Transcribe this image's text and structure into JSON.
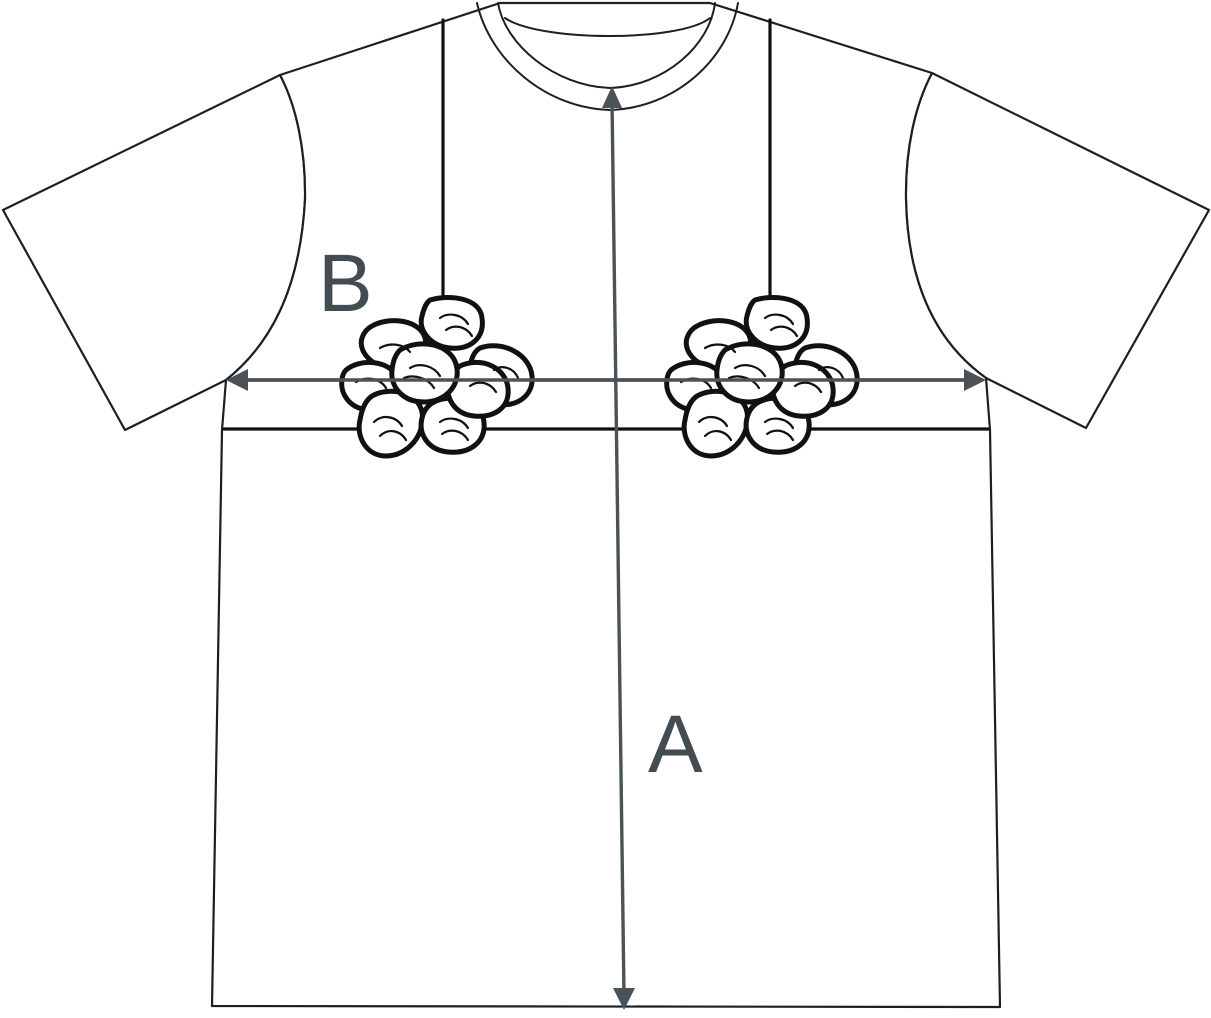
{
  "diagram": {
    "garment": "t-shirt",
    "labels": {
      "length": "A",
      "chest": "B"
    },
    "colors": {
      "outline": "#1f1f1f",
      "measure_line": "#4a5357",
      "label_text": "#434c50",
      "background": "#ffffff"
    },
    "icons": [
      "flower-rosette-icon",
      "flower-rosette-icon"
    ]
  }
}
